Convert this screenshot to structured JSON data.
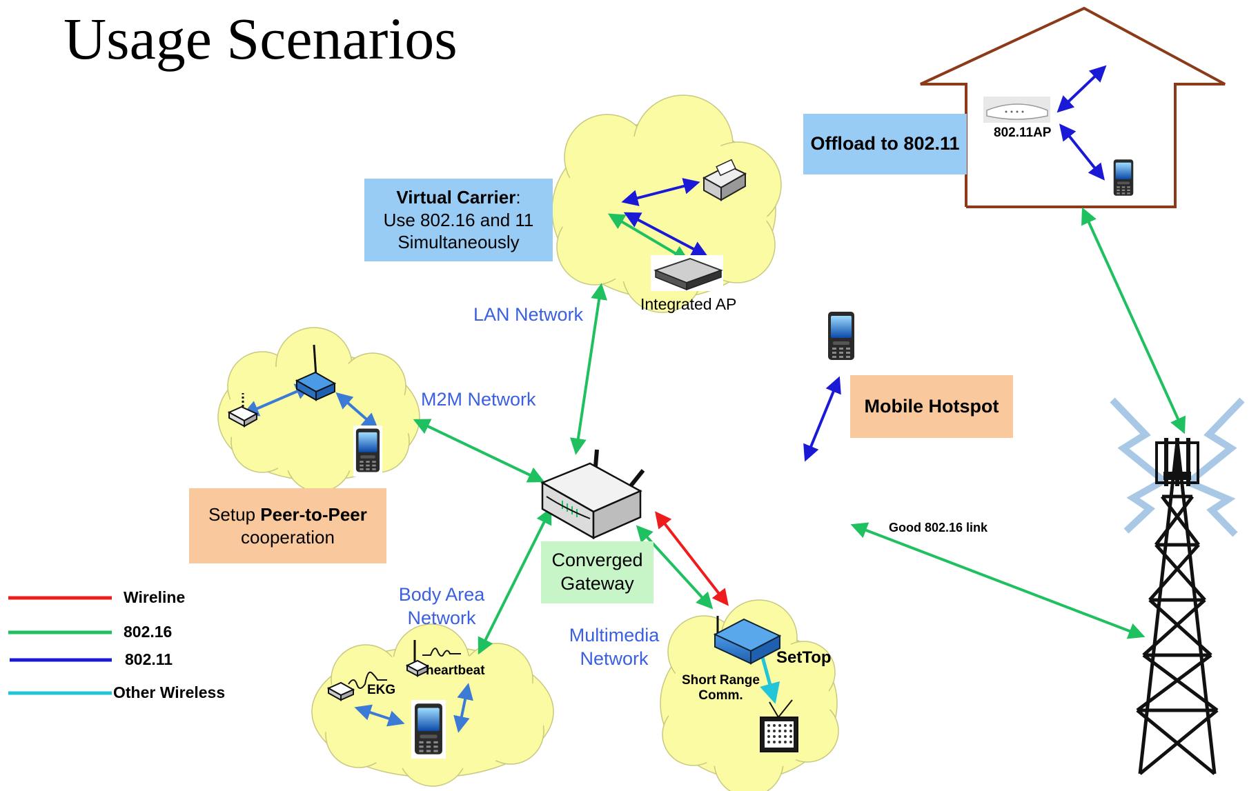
{
  "title": "Usage Scenarios",
  "colors": {
    "wireline": "#ee1c1c",
    "ieee80216": "#1ec060",
    "ieee80211": "#1a1ad6",
    "other_wireless": "#22c4d8",
    "cloud": "#fbfba4",
    "network_label": "#3a5fe0"
  },
  "boxes": {
    "virtual_carrier": {
      "bold": "Virtual Carrier",
      "rest": ":",
      "line2": "Use 802.16 and 11",
      "line3": "Simultaneously"
    },
    "offload": {
      "text": "Offload to 802.11"
    },
    "mobile_hotspot": {
      "text": "Mobile Hotspot"
    },
    "peer_to_peer": {
      "pre": "Setup ",
      "bold": "Peer-to-Peer",
      "line2": "cooperation"
    },
    "gateway": {
      "line1": "Converged",
      "line2": "Gateway"
    }
  },
  "network_labels": {
    "lan": "LAN Network",
    "m2m": "M2M Network",
    "body_area_1": "Body Area",
    "body_area_2": "Network",
    "multimedia_1": "Multimedia",
    "multimedia_2": "Network"
  },
  "device_labels": {
    "integrated_ap": "Integrated AP",
    "ap_80211": "802.11AP",
    "good_link": "Good 802.16 link",
    "settop": "SetTop",
    "short_range_1": "Short Range",
    "short_range_2": "Comm.",
    "ekg": "EKG",
    "heartbeat": "heartbeat"
  },
  "legend": [
    {
      "label": "Wireline",
      "color": "#ee1c1c"
    },
    {
      "label": "802.16",
      "color": "#1ec060"
    },
    {
      "label": "802.11",
      "color": "#1a1ad6"
    },
    {
      "label": "Other Wireless",
      "color": "#22c4d8"
    }
  ],
  "icons": [
    "phone-icon",
    "router-icon",
    "printer-icon",
    "access-point-icon",
    "cell-tower-icon",
    "house-icon",
    "settop-box-icon",
    "tv-icon",
    "sensor-icon",
    "cloud-icon"
  ]
}
